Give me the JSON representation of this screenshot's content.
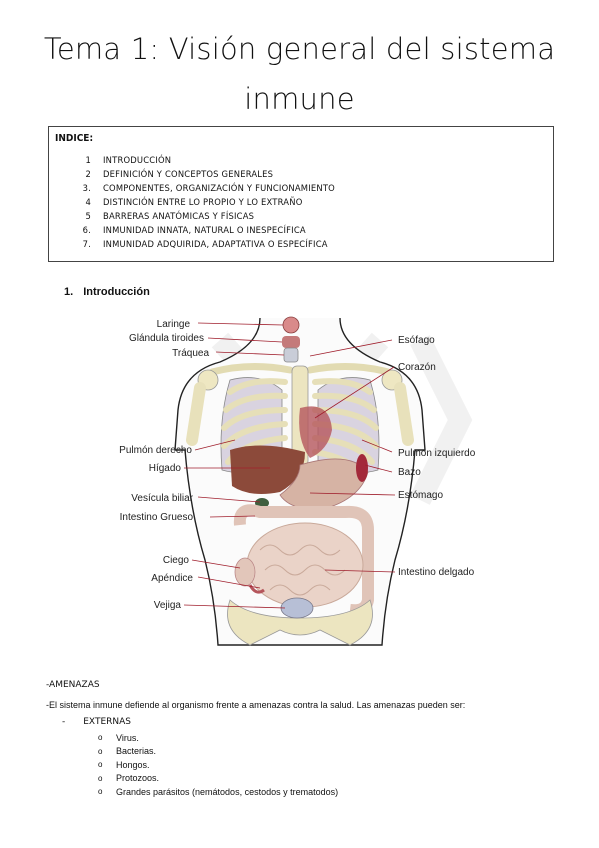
{
  "title_line1": "Tema 1: Visión general del sistema",
  "title_line2": "inmune",
  "index": {
    "heading": "INDICE:",
    "items": [
      {
        "num": "1",
        "text": "Introducción"
      },
      {
        "num": "2",
        "text": "Definición y conceptos generales"
      },
      {
        "num": "3.",
        "text": "Componentes, organización y funcionamiento"
      },
      {
        "num": "4",
        "text": "Distinción entre lo propio y lo extraño"
      },
      {
        "num": "5",
        "text": "Barreras anatómicas y físicas"
      },
      {
        "num": "6.",
        "text": "Inmunidad innata, natural o inespecífica"
      },
      {
        "num": "7.",
        "text": "Inmunidad adquirida, adaptativa o específica"
      }
    ]
  },
  "section": {
    "num": "1.",
    "title": "Introducción"
  },
  "figure_labels": {
    "left": [
      "Laringe",
      "Glándula tiroides",
      "Tráquea",
      "Pulmón derecho",
      "Hígado",
      "Vesícula biliar",
      "Intestino Grueso",
      "Ciego",
      "Apéndice",
      "Vejiga"
    ],
    "right": [
      "Esófago",
      "Corazón",
      "Pulmon izquierdo",
      "Bazo",
      "Estómago",
      "Intestino delgado"
    ]
  },
  "amenazas_heading": "-Amenazas",
  "paragraph": "-El sistema inmune defiende al organismo frente a amenazas contra la salud. Las amenazas pueden ser:",
  "externas": {
    "dash": "-",
    "label": "Externas"
  },
  "bullet_symbol": "o",
  "bullets": [
    "Virus.",
    "Bacterias.",
    "Hongos.",
    "Protozoos.",
    "Grandes parásitos (nemátodos, cestodos y trematodos)"
  ]
}
